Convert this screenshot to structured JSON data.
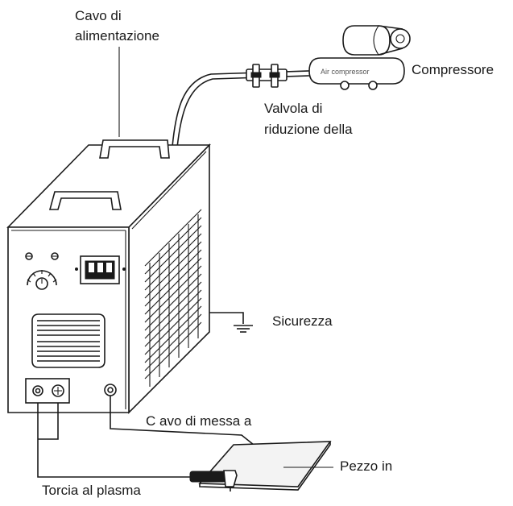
{
  "labels": {
    "power_cable_line1": "Cavo di",
    "power_cable_line2": "alimentazione",
    "compressor": "Compressore",
    "compressor_tank_text": "Air compressor",
    "valve_line1": "Valvola di",
    "valve_line2": "riduzione della",
    "safety_ground": "Sicurezza",
    "ground_cable": "C avo di messa a",
    "workpiece": "Pezzo in",
    "plasma_torch": "Torcia al plasma"
  },
  "colors": {
    "stroke": "#1a1a1a",
    "panel_fill": "#f3f3f3",
    "background": "#ffffff"
  }
}
